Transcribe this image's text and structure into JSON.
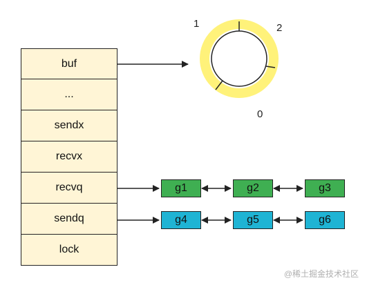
{
  "hchan": {
    "fields": [
      {
        "key": "buf",
        "label": "buf"
      },
      {
        "key": "dots",
        "label": "..."
      },
      {
        "key": "sendx",
        "label": "sendx"
      },
      {
        "key": "recvx",
        "label": "recvx"
      },
      {
        "key": "recvq",
        "label": "recvq"
      },
      {
        "key": "sendq",
        "label": "sendq"
      },
      {
        "key": "lock",
        "label": "lock"
      }
    ]
  },
  "ring_buffer": {
    "labels": [
      "1",
      "2",
      "0"
    ],
    "fill_color": "#FFF27A"
  },
  "recvq_list": [
    "g1",
    "g2",
    "g3"
  ],
  "sendq_list": [
    "g4",
    "g5",
    "g6"
  ],
  "colors": {
    "recvq_node": "#3FAF52",
    "sendq_node": "#1FB4D4",
    "field_bg": "#FFF5D6"
  },
  "watermark": "@稀土掘金技术社区"
}
